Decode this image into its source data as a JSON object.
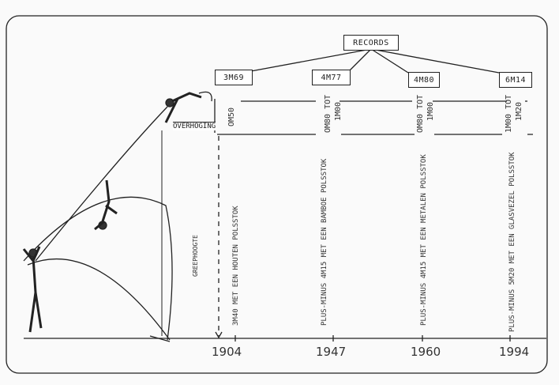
{
  "title": "RECORDS",
  "records": [
    {
      "height": "3M69",
      "gain": "OM50",
      "gain2": "",
      "year": "1904",
      "pole": "3M40 MET EEN HOUTEN POLSSTOK"
    },
    {
      "height": "4M77",
      "gain": "OM80 TOT",
      "gain2": "1M00",
      "year": "1947",
      "pole": "PLUS-MINUS 4M15 MET EEN BAMBOE POLSSTOK"
    },
    {
      "height": "4M80",
      "gain": "OM80 TOT",
      "gain2": "1M00",
      "year": "1960",
      "pole": "PLUS-MINUS 4M15 MET EEN METALEN POLSSTOK"
    },
    {
      "height": "6M14",
      "gain": "1M00 TOT",
      "gain2": "1M20",
      "year": "1994",
      "pole": "PLUS-MINUS 5M20 MET EEN GLASVEZEL POLSSTOK"
    }
  ],
  "labels": {
    "overhoging": "OVERHOGING",
    "greephoogte": "GREEPHOOGTE"
  }
}
